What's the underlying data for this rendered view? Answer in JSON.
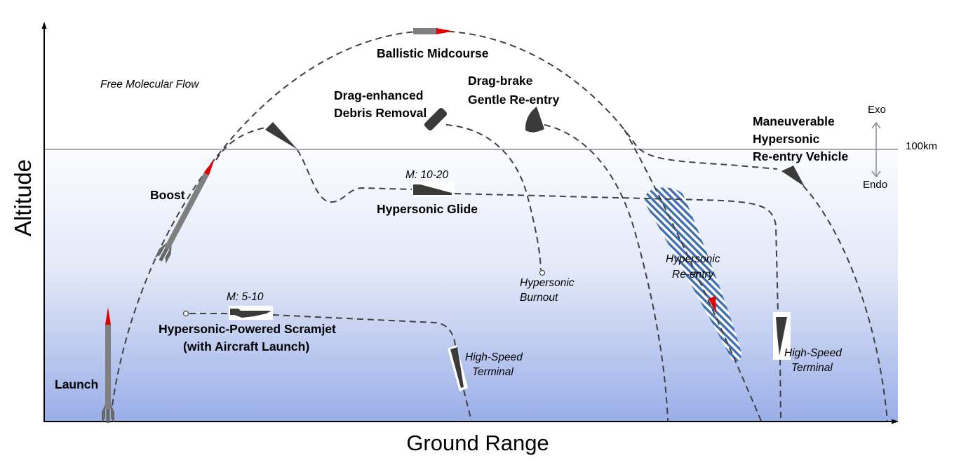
{
  "axes": {
    "y_title": "Altitude",
    "x_title": "Ground Range"
  },
  "boundary": {
    "altitude_label": "100km",
    "upper_region": "Exo",
    "lower_region": "Endo"
  },
  "regions": {
    "free_molecular_flow": "Free Molecular Flow"
  },
  "labels": {
    "launch": "Launch",
    "boost": "Boost",
    "ballistic_midcourse": "Ballistic Midcourse",
    "debris_removal": [
      "Drag-enhanced",
      "Debris Removal"
    ],
    "gentle_reentry": [
      "Drag-brake",
      "Gentle Re-entry"
    ],
    "maneuverable_reentry": [
      "Maneuverable",
      "Hypersonic",
      "Re-entry Vehicle"
    ],
    "hypersonic_glide": "Hypersonic Glide",
    "hypersonic_glide_mach": "M: 10-20",
    "hypersonic_burnout": [
      "Hypersonic",
      "Burnout"
    ],
    "hypersonic_reentry": [
      "Hypersonic",
      "Re-entry"
    ],
    "scramjet": [
      "Hypersonic-Powered Scramjet",
      "(with Aircraft Launch)"
    ],
    "scramjet_mach": "M: 5-10",
    "scramjet_terminal": [
      "High-Speed",
      "Terminal"
    ],
    "glide_terminal": [
      "High-Speed",
      "Terminal"
    ]
  },
  "colors": {
    "text": "#000000",
    "trajectory": "#404040",
    "axis": "#000000",
    "boundary_line": "#8c8c8c",
    "rocket_body": "#7f7f7f",
    "rocket_fin": "#666666",
    "rocket_nose": "#e00000",
    "vehicle": "#3a3a3a",
    "hatch": "#3f6fae",
    "endo_top": "#fbfcff",
    "endo_mid": "#e2e8f8",
    "endo_bottom": "#9aaee8"
  }
}
